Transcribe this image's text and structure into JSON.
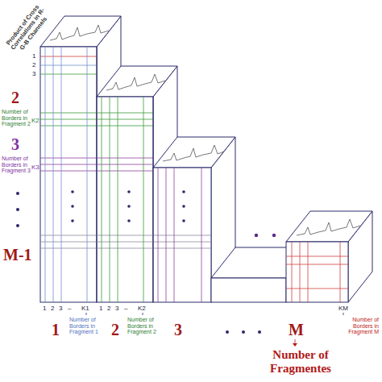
{
  "diagram": {
    "labels": [
      "Product of Cross Correlations in R-G-B Channels",
      "1",
      "2",
      "3",
      "2",
      "Number of Borders in Fragment 2",
      "K2",
      "3",
      "Number of Borders in Fragment 3",
      "K3",
      "M-1",
      "1",
      "2",
      "3",
      "–",
      "K1",
      "1",
      "2",
      "3",
      "–",
      "K2",
      "1",
      "Number of Borders in Fragment 1",
      "2",
      "Number of Borders in Fragment 2",
      "3",
      "M",
      "KM",
      "Number of Borders in Fragment M",
      "Number of Fragmentes"
    ]
  }
}
